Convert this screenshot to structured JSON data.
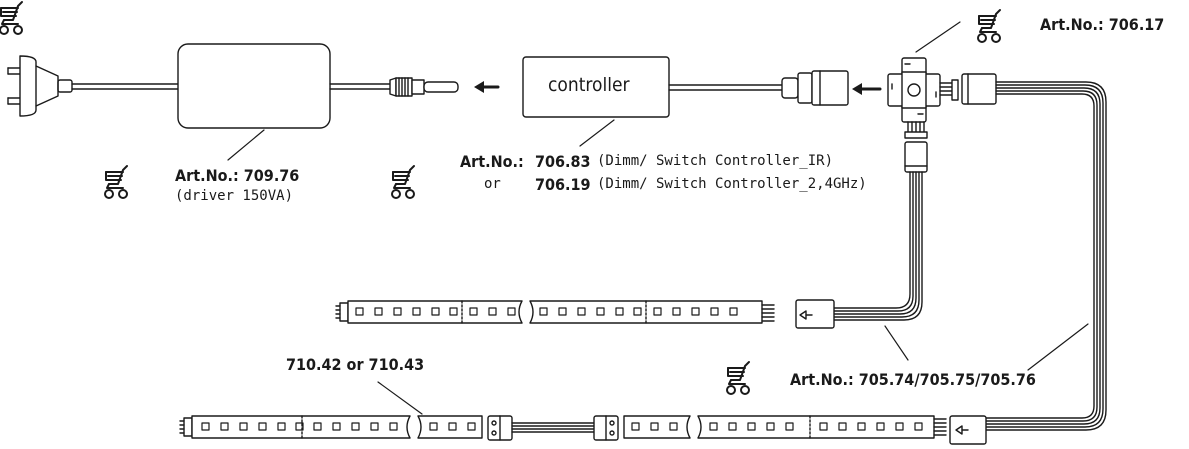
{
  "controller_label": "controller",
  "arrow_glyph": "←",
  "parts": {
    "driver": {
      "art": "Art.No.: 709.76",
      "desc": "(driver 150VA)"
    },
    "controller": {
      "art_prefix": "Art.No.:",
      "option1_num": "706.83",
      "option1_desc": "(Dimm/ Switch Controller_IR)",
      "or_label": "or",
      "option2_num": "706.19",
      "option2_desc": "(Dimm/ Switch Controller_2,4GHz)"
    },
    "connector": {
      "art": "Art.No.: 706.17"
    },
    "cables": {
      "art": "Art.No.: 705.74/705.75/705.76"
    },
    "strips": {
      "label": "710.42 or 710.43"
    }
  },
  "icons": [
    "cart-icon",
    "plug-icon",
    "left-arrow-icon"
  ],
  "colors": {
    "line": "#1a1a1a",
    "background": "#ffffff"
  }
}
